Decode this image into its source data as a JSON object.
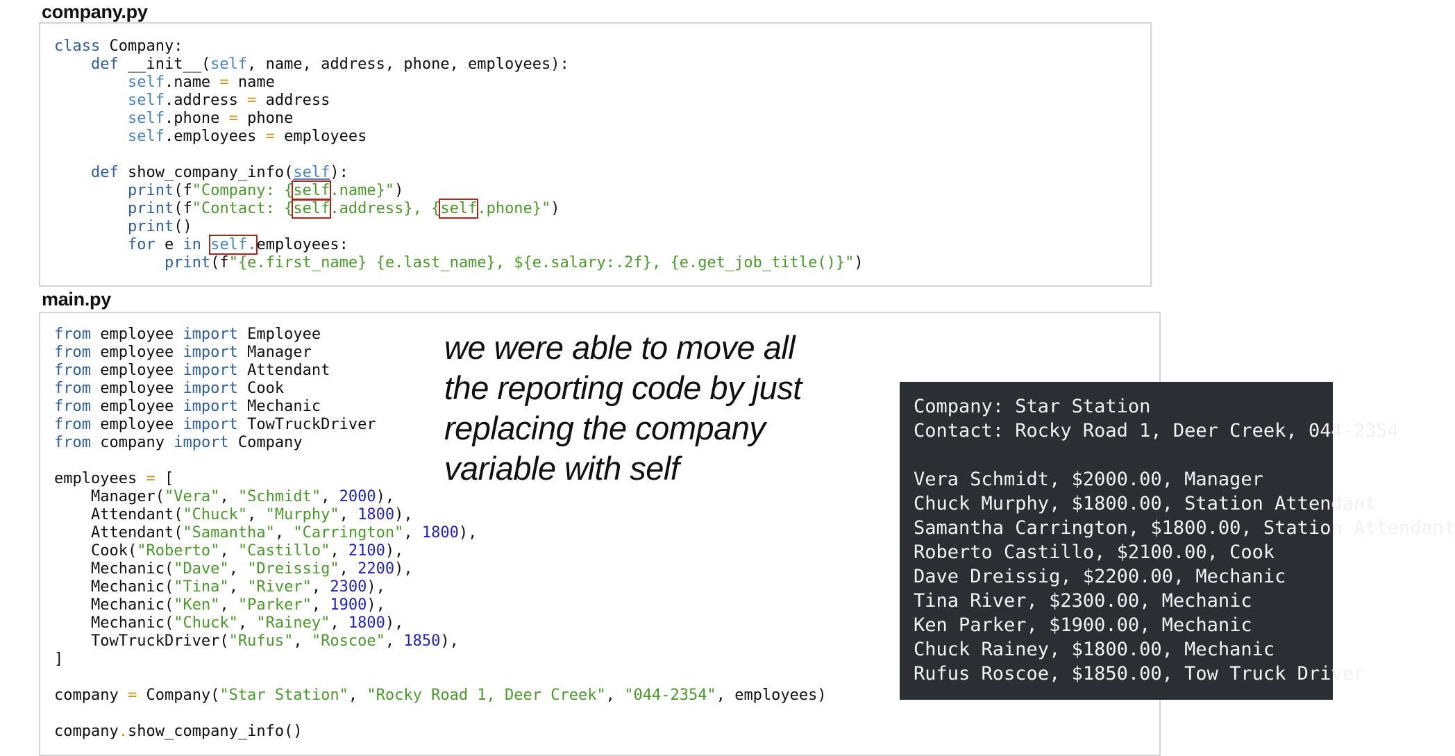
{
  "company_file": {
    "title": "company.py",
    "tokens": {
      "class_kw": "class",
      "class_name": " Company:",
      "def_kw": "def",
      "init_sig_a": " __init__(",
      "self": "self",
      "init_sig_b": ", name, address, phone, employees):",
      "name_attr": ".name ",
      "eq": "=",
      "name_val": " name",
      "address_attr": ".address ",
      "address_val": " address",
      "phone_attr": ".phone ",
      "phone_val": " phone",
      "employees_attr": ".employees ",
      "employees_val": " employees",
      "show_sig_a": " show_company_info(",
      "show_sig_b": "):",
      "print_kw": "print",
      "paren_f": "(f",
      "str_company_a": "\"Company: {",
      "str_company_b": ".name}\"",
      "close_paren": ")",
      "str_contact_a": "\"Contact: {",
      "str_contact_b": ".address}, {",
      "str_contact_c": ".phone}\"",
      "print_empty": "()",
      "for_kw": "for",
      "for_e": " e ",
      "in_kw": "in",
      "self_dot": "self.",
      "employees_colon": "employees:",
      "str_emp": "\"{e.first_name} {e.last_name}, ${e.salary:.2f}, {e.get_job_title()}\""
    }
  },
  "main_file": {
    "title": "main.py",
    "imports": [
      {
        "from": "from",
        "module": " employee ",
        "import": "import",
        "name": " Employee"
      },
      {
        "from": "from",
        "module": " employee ",
        "import": "import",
        "name": " Manager"
      },
      {
        "from": "from",
        "module": " employee ",
        "import": "import",
        "name": " Attendant"
      },
      {
        "from": "from",
        "module": " employee ",
        "import": "import",
        "name": " Cook"
      },
      {
        "from": "from",
        "module": " employee ",
        "import": "import",
        "name": " Mechanic"
      },
      {
        "from": "from",
        "module": " employee ",
        "import": "import",
        "name": " TowTruckDriver"
      },
      {
        "from": "from",
        "module": " company ",
        "import": "import",
        "name": " Company"
      }
    ],
    "employees_open_a": "employees ",
    "eq": "=",
    "employees_open_b": " [",
    "employees_list": [
      {
        "cls": "Manager(",
        "first": "\"Vera\"",
        "last": "\"Schmidt\"",
        "salary": "2000"
      },
      {
        "cls": "Attendant(",
        "first": "\"Chuck\"",
        "last": "\"Murphy\"",
        "salary": "1800"
      },
      {
        "cls": "Attendant(",
        "first": "\"Samantha\"",
        "last": "\"Carrington\"",
        "salary": "1800"
      },
      {
        "cls": "Cook(",
        "first": "\"Roberto\"",
        "last": "\"Castillo\"",
        "salary": "2100"
      },
      {
        "cls": "Mechanic(",
        "first": "\"Dave\"",
        "last": "\"Dreissig\"",
        "salary": "2200"
      },
      {
        "cls": "Mechanic(",
        "first": "\"Tina\"",
        "last": "\"River\"",
        "salary": "2300"
      },
      {
        "cls": "Mechanic(",
        "first": "\"Ken\"",
        "last": "\"Parker\"",
        "salary": "1900"
      },
      {
        "cls": "Mechanic(",
        "first": "\"Chuck\"",
        "last": "\"Rainey\"",
        "salary": "1800"
      },
      {
        "cls": "TowTruckDriver(",
        "first": "\"Rufus\"",
        "last": "\"Roscoe\"",
        "salary": "1850"
      }
    ],
    "sep": ", ",
    "row_end": "),",
    "list_close": "]",
    "company_var": "company ",
    "company_ctor": " Company(",
    "arg_name": "\"Star Station\"",
    "arg_address": "\"Rocky Road 1, Deer Creek\"",
    "arg_phone": "\"044-2354\"",
    "arg_tail": ", employees)",
    "call_obj": "company",
    "dot": ".",
    "call_method": "show_company_info()"
  },
  "annotation": {
    "lines": [
      "we were able to move all",
      "the reporting code by just",
      "replacing the company",
      "variable with self"
    ]
  },
  "terminal": {
    "lines": [
      "Company: Star Station",
      "Contact: Rocky Road 1, Deer Creek, 044-2354",
      "",
      "Vera Schmidt, $2000.00, Manager",
      "Chuck Murphy, $1800.00, Station Attendant",
      "Samantha Carrington, $1800.00, Station Attendant",
      "Roberto Castillo, $2100.00, Cook",
      "Dave Dreissig, $2200.00, Mechanic",
      "Tina River, $2300.00, Mechanic",
      "Ken Parker, $1900.00, Mechanic",
      "Chuck Rainey, $1800.00, Mechanic",
      "Rufus Roscoe, $1850.00, Tow Truck Driver"
    ]
  },
  "colors": {
    "keyword": "#2f5f9e",
    "self": "#4a86c5",
    "string": "#4a9a2a",
    "number": "#2222b8",
    "operator": "#c9971d",
    "highlight_box": "#b42318",
    "terminal_bg": "#2b2e33",
    "terminal_fg": "#f2f2f2"
  }
}
